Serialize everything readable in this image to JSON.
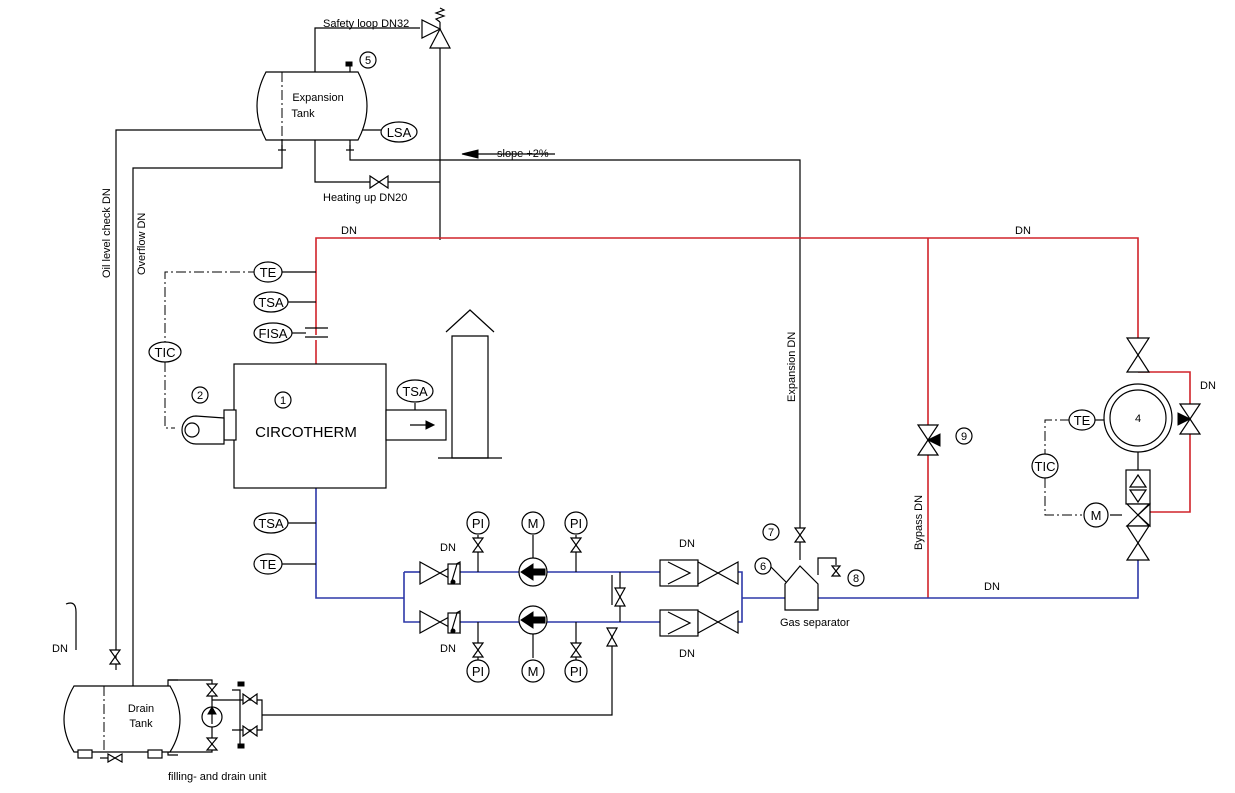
{
  "labels": {
    "safety_loop": "Safety loop DN32",
    "expansion_tank_1": "Expansion",
    "expansion_tank_2": "Tank",
    "lsa": "LSA",
    "slope": "slope +2%",
    "heating_up": "Heating up DN20",
    "dn": "DN",
    "oil_level_check": "Oil level check DN",
    "overflow": "Overflow DN",
    "te": "TE",
    "tsa": "TSA",
    "fisa": "FISA",
    "tic": "TIC",
    "circotherm": "CIRCOTHERM",
    "expansion_dn": "Expansion DN",
    "bypass_dn": "Bypass DN",
    "pi": "PI",
    "m": "M",
    "gas_separator": "Gas separator",
    "drain_tank_1": "Drain",
    "drain_tank_2": "Tank",
    "filling_drain": "filling- and drain unit"
  },
  "numbers": {
    "n1": "1",
    "n2": "2",
    "n4": "4",
    "n5": "5",
    "n6": "6",
    "n7": "7",
    "n8": "8",
    "n9": "9"
  },
  "colors": {
    "supply_line": "#d0232a",
    "return_line": "#2d38a8",
    "line": "#000000"
  }
}
